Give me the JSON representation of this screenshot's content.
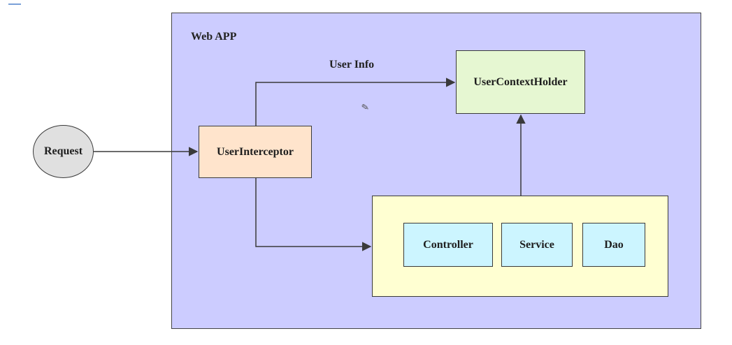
{
  "container": {
    "label": "Web APP"
  },
  "edges": {
    "user_info_label": "User Info"
  },
  "nodes": {
    "request": "Request",
    "user_interceptor": "UserInterceptor",
    "user_context_holder": "UserContextHolder",
    "layers": {
      "controller": "Controller",
      "service": "Service",
      "dao": "Dao"
    }
  },
  "colors": {
    "webapp_fill": "#ccccff",
    "request_fill": "#e0e0e0",
    "interceptor_fill": "#ffe4cc",
    "holder_fill": "#e6f7d2",
    "layer_container_fill": "#ffffd2",
    "layer_fill": "#ccf5ff",
    "stroke": "#3a3a3a"
  },
  "icons": {
    "cursor": "pencil-icon"
  }
}
